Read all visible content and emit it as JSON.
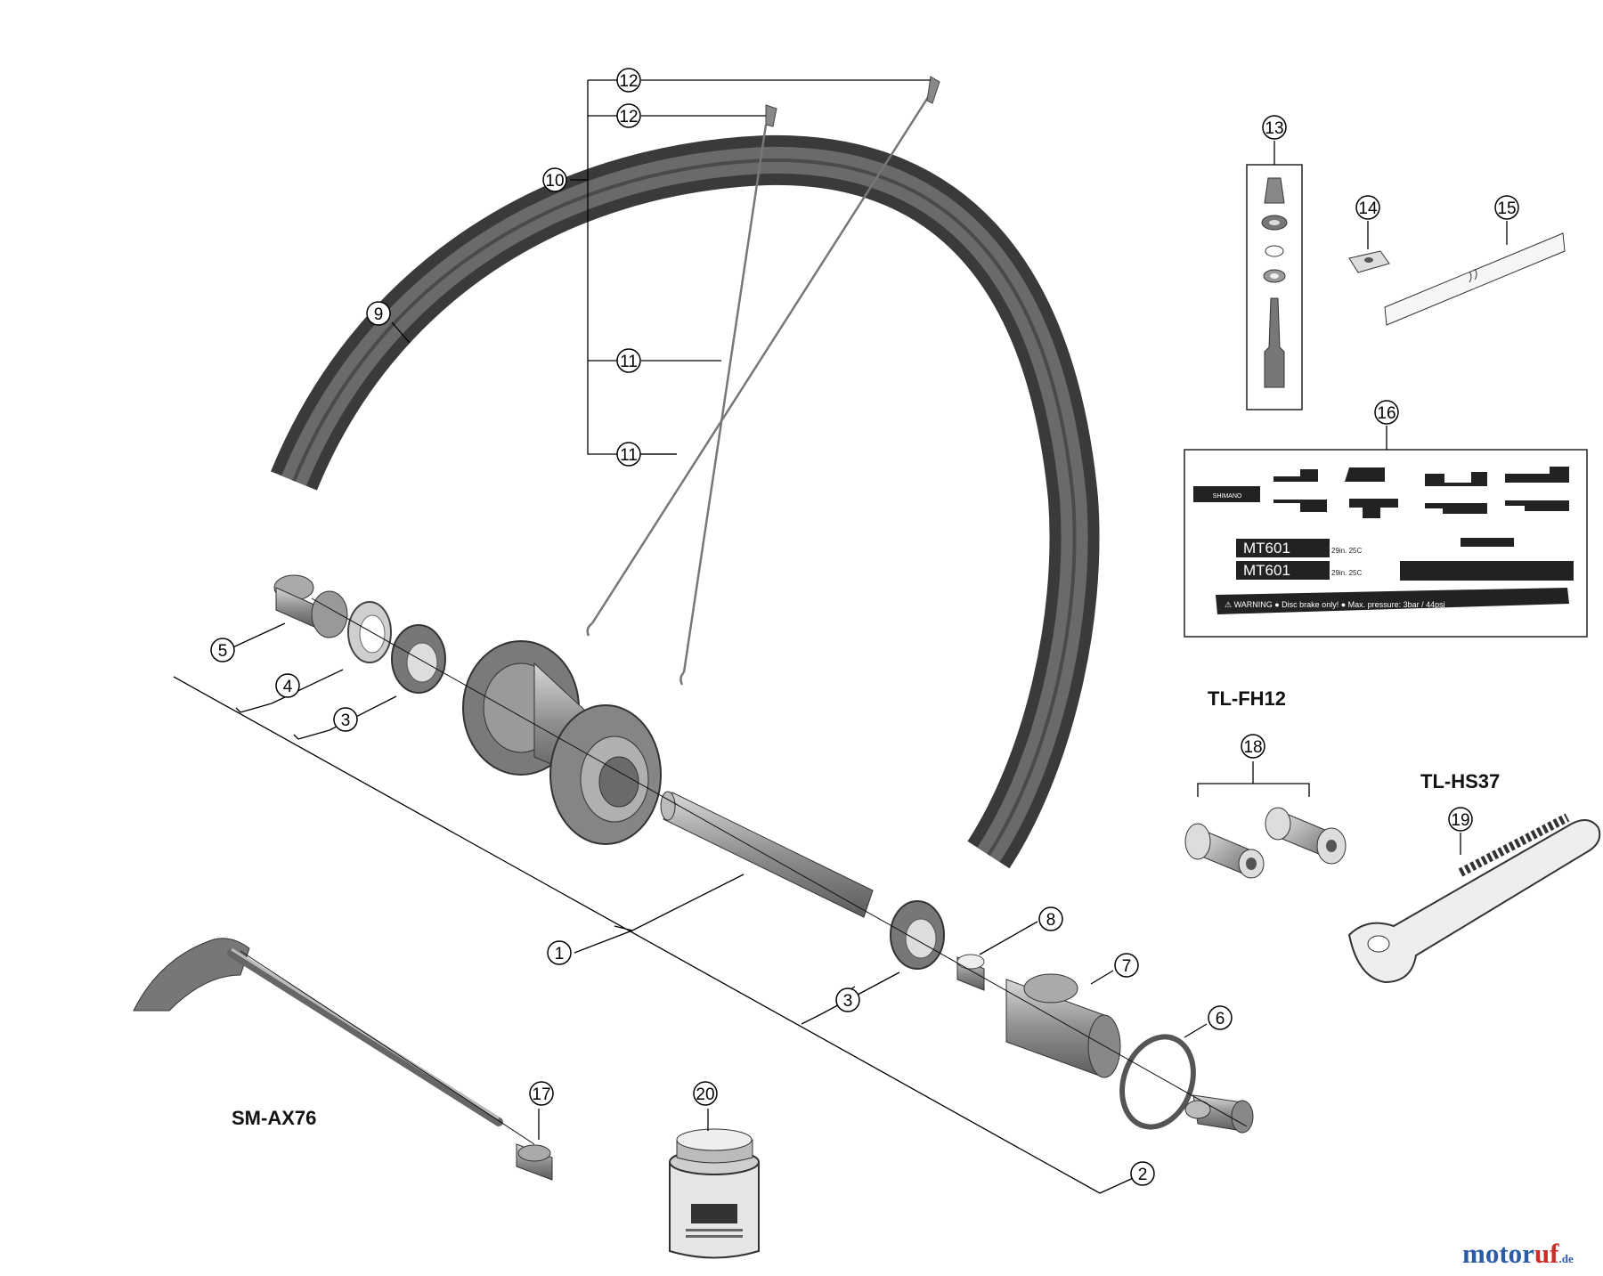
{
  "callouts": {
    "n1": "1",
    "n2": "2",
    "n3a": "3",
    "n3b": "3",
    "n4": "4",
    "n5": "5",
    "n6": "6",
    "n7": "7",
    "n8": "8",
    "n9": "9",
    "n10": "10",
    "n11a": "11",
    "n11b": "11",
    "n12a": "12",
    "n12b": "12",
    "n13": "13",
    "n14": "14",
    "n15": "15",
    "n16": "16",
    "n17": "17",
    "n18": "18",
    "n19": "19",
    "n20": "20"
  },
  "tool_labels": {
    "axle": "SM-AX76",
    "freehub_tool": "TL-FH12",
    "hub_spanner": "TL-HS37"
  },
  "decals": {
    "brand_small": "SHIMANO",
    "model_top": "MT601",
    "model_bottom": "MT601",
    "size_top": "29in. 25C",
    "size_bottom": "29in. 25C",
    "warning": "⚠ WARNING ● Disc brake only! ● Max. pressure: 3bar / 44psi"
  },
  "watermark": {
    "part1": "motor",
    "part2": "uf",
    "suffix": ".de"
  },
  "colors": {
    "callout_stroke": "#000000",
    "rim": "#4a4a4a",
    "parts": "#8a8a8a",
    "watermark_blue": "#2c5ca8",
    "watermark_red": "#c9302c"
  }
}
